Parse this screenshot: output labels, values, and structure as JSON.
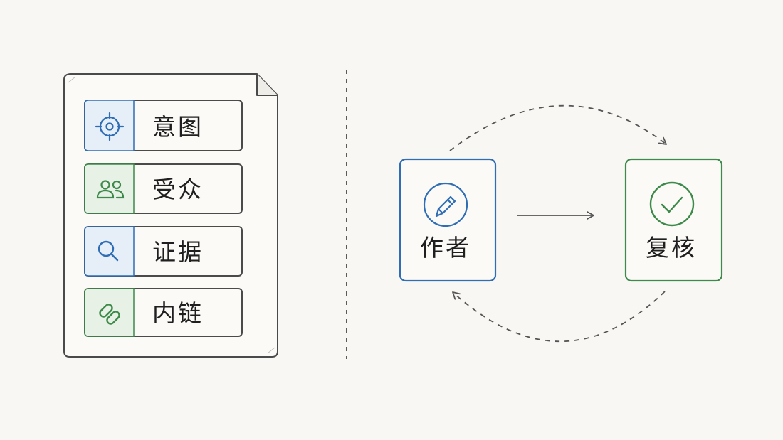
{
  "document_items": [
    {
      "label": "意图",
      "icon": "target-icon",
      "accent": "blue"
    },
    {
      "label": "受众",
      "icon": "users-icon",
      "accent": "green"
    },
    {
      "label": "证据",
      "icon": "search-icon",
      "accent": "blue"
    },
    {
      "label": "内链",
      "icon": "link-icon",
      "accent": "green"
    }
  ],
  "workflow": {
    "author": {
      "label": "作者",
      "icon": "pencil-icon"
    },
    "reviewer": {
      "label": "复核",
      "icon": "check-icon"
    }
  },
  "colors": {
    "blue": "#2f6db5",
    "blue_fill": "#e6eef8",
    "green": "#3d8a4a",
    "green_fill": "#e7f1e6",
    "outline": "#4a4a4a",
    "background": "#f8f7f4"
  }
}
